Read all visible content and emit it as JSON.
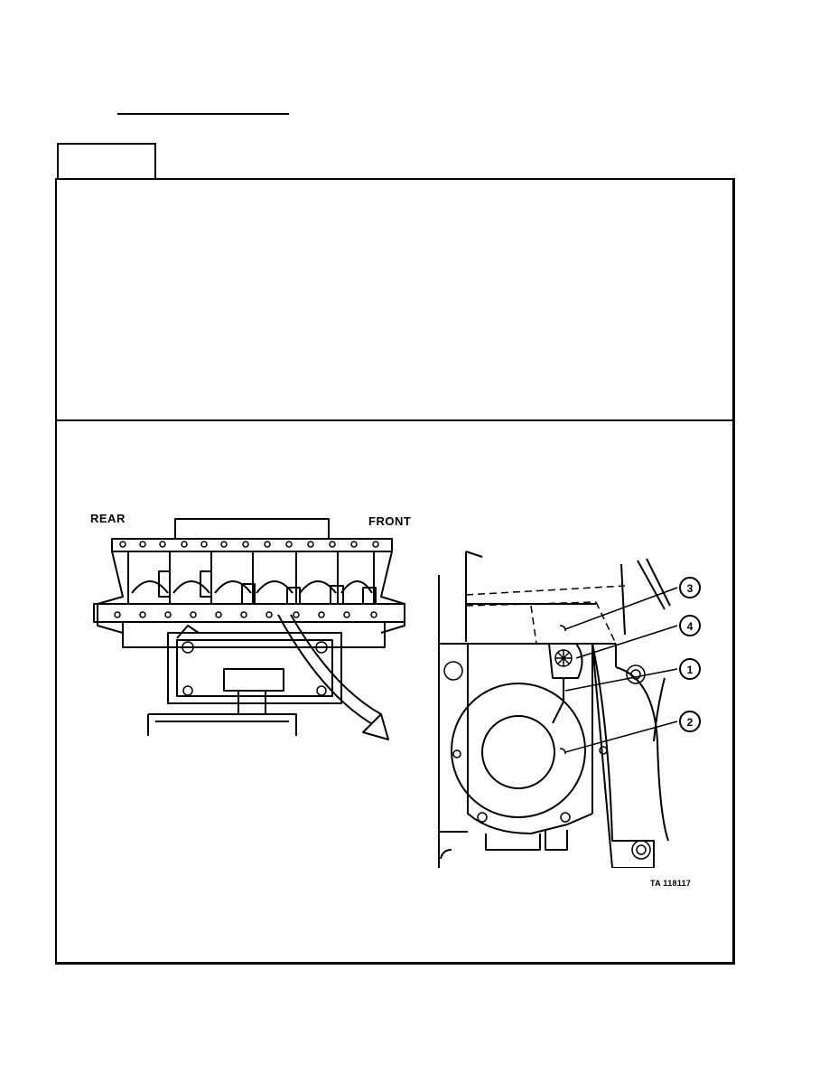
{
  "figure": {
    "left_labels": {
      "rear": "REAR",
      "front": "FRONT"
    },
    "callouts": [
      "3",
      "4",
      "1",
      "2"
    ],
    "reference": "TA 118117"
  }
}
